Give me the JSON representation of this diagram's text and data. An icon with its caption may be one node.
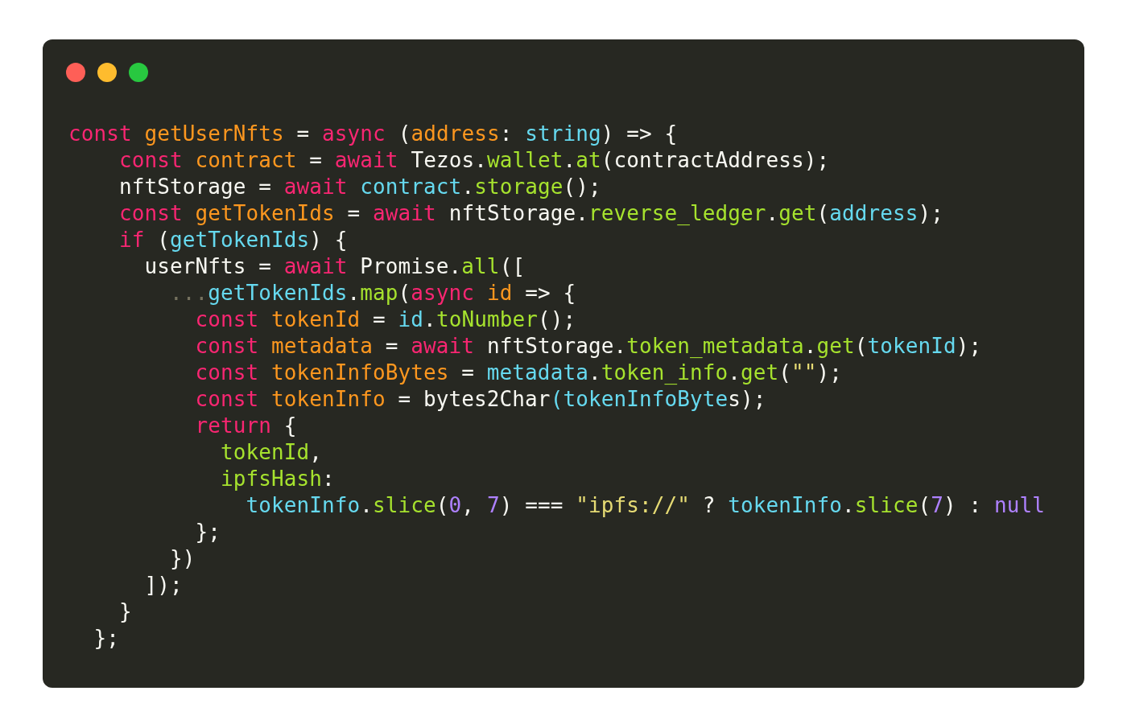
{
  "diagram": {
    "labels": [
      "const getUserNfts = async (address: string) => {",
      "const contract = await Tezos.wallet.at(contractAddress);",
      "nftStorage = await contract.storage();",
      "const getTokenIds = await nftStorage.reverse_ledger.get(address);",
      "if (getTokenIds) {",
      "userNfts = await Promise.all([",
      "...getTokenIds.map(async id => {",
      "const tokenId = id.toNumber();",
      "const metadata = await nftStorage.token_metadata.get(tokenId);",
      "const tokenInfoBytes = metadata.token_info.get(\"\");",
      "const tokenInfo = bytes2Char(tokenInfoBytes);",
      "return {",
      "tokenId,",
      "ipfsHash:",
      "tokenInfo.slice(0, 7) === \"ipfs://\" ? tokenInfo.slice(7) : null",
      "};",
      "})",
      "]);",
      "}",
      "};"
    ]
  }
}
